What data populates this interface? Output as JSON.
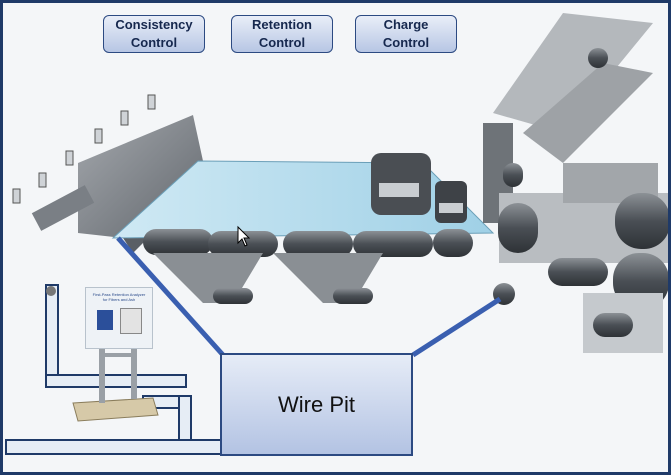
{
  "controls": [
    {
      "label": "Consistency\nControl"
    },
    {
      "label": "Retention\nControl"
    },
    {
      "label": "Charge\nControl"
    }
  ],
  "wire_pit": {
    "label": "Wire Pit"
  },
  "analyzer_panel": {
    "caption": "First-Pass Retention Analyzer for Fibers and Ash"
  },
  "colors": {
    "frame": "#1f3a68",
    "connector": "#3a5fb0",
    "wire": "#a9d6ea",
    "button_top": "#e9eef8",
    "button_bottom": "#b7c6e4"
  }
}
